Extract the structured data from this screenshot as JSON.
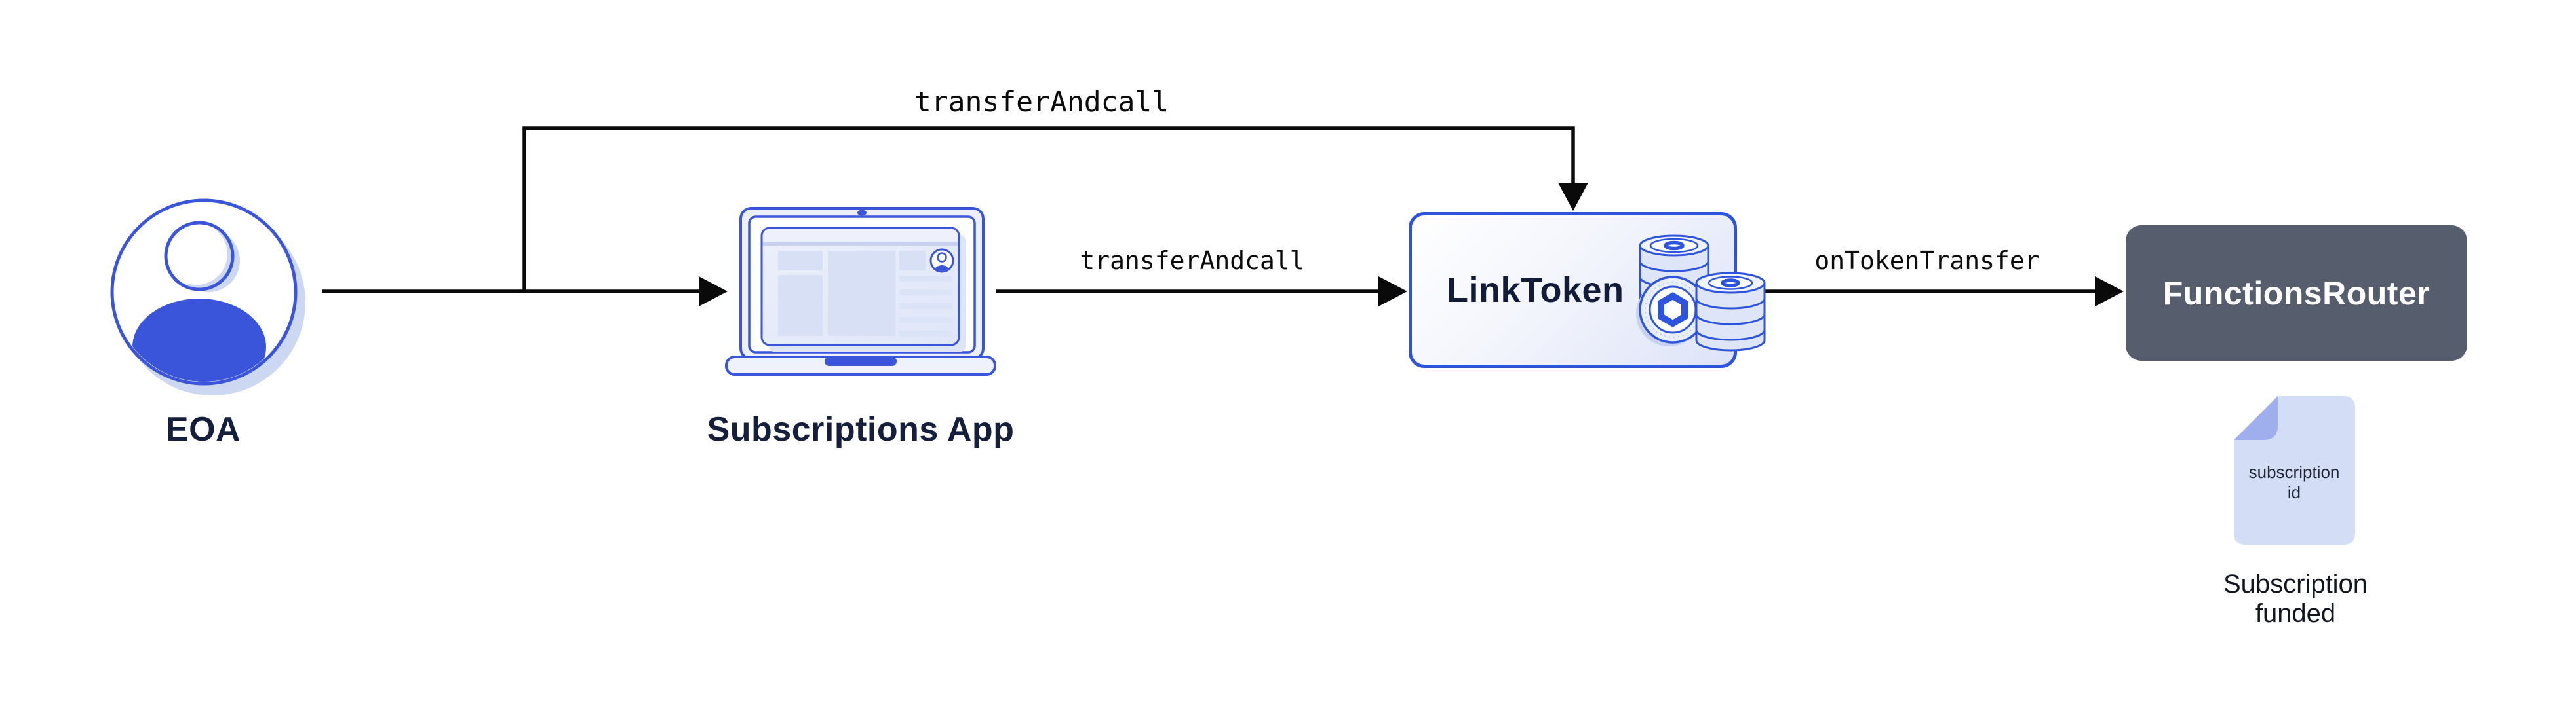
{
  "nodes": {
    "eoa": {
      "label": "EOA"
    },
    "subscriptions_app": {
      "label": "Subscriptions App"
    },
    "link_token": {
      "label": "LinkToken"
    },
    "functions_router": {
      "label": "FunctionsRouter"
    }
  },
  "edges": {
    "eoa_to_link_token": {
      "label": "transferAndcall"
    },
    "app_to_link_token": {
      "label": "transferAndcall"
    },
    "link_token_to_router": {
      "label": "onTokenTransfer"
    }
  },
  "document": {
    "line1": "subscription",
    "line2": "id"
  },
  "caption": {
    "line1": "Subscription",
    "line2": "funded"
  },
  "colors": {
    "accent_blue": "#3A55DA",
    "box_border_blue": "#2E54DE",
    "dark_navy_text": "#151F3C",
    "router_gray": "#565E6E",
    "doc_body": "#D3DDF6",
    "doc_fold": "#9FAFEE",
    "soft_shadow_blue": "#CCD7F2",
    "connector_black": "#0B0B0B"
  }
}
